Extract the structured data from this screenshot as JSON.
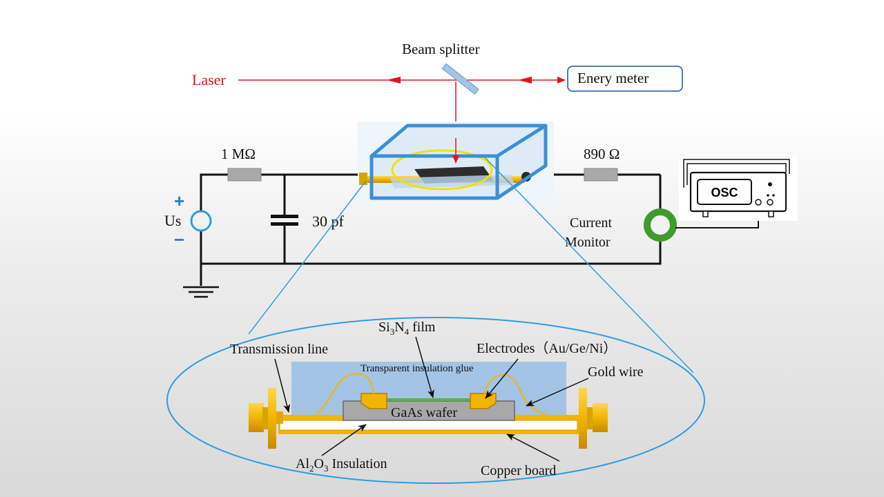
{
  "optics": {
    "laser_label": "Laser",
    "beam_splitter_label": "Beam splitter",
    "energy_meter_label": "Enery meter"
  },
  "circuit": {
    "resistor1_label": "1 MΩ",
    "resistor2_label": "890 Ω",
    "capacitor_label": "30 pf",
    "source_label": "Us",
    "plus_sign": "+",
    "minus_sign": "−",
    "current_monitor_line1": "Current",
    "current_monitor_line2": "Monitor",
    "osc_label": "OSC"
  },
  "detail": {
    "si3n4_main": "Si",
    "si3n4_sub1": "3",
    "si3n4_mid": "N",
    "si3n4_sub2": "4",
    "si3n4_tail": " film",
    "transmission_line": "Transmission line",
    "electrodes": "Electrodes（Au/Ge/Ni）",
    "glue": "Transparent insulation glue",
    "gold_wire": "Gold wire",
    "gaas": "GaAs wafer",
    "al2o3_main": "Al",
    "al2o3_sub1": "2",
    "al2o3_mid": "O",
    "al2o3_sub2": "3",
    "al2o3_tail": " Insulation",
    "copper_board": "Copper board"
  },
  "colors": {
    "laser": "#e0161b",
    "wire": "#111111",
    "box_blue": "#3b8fd6",
    "source_blue": "#2f9be0",
    "monitor_green": "#3f9b2b",
    "gold": "#f2b500",
    "glue_blue": "#9cc0e6",
    "gaas_gray": "#a8a8a8",
    "film_green": "#58b14a"
  }
}
